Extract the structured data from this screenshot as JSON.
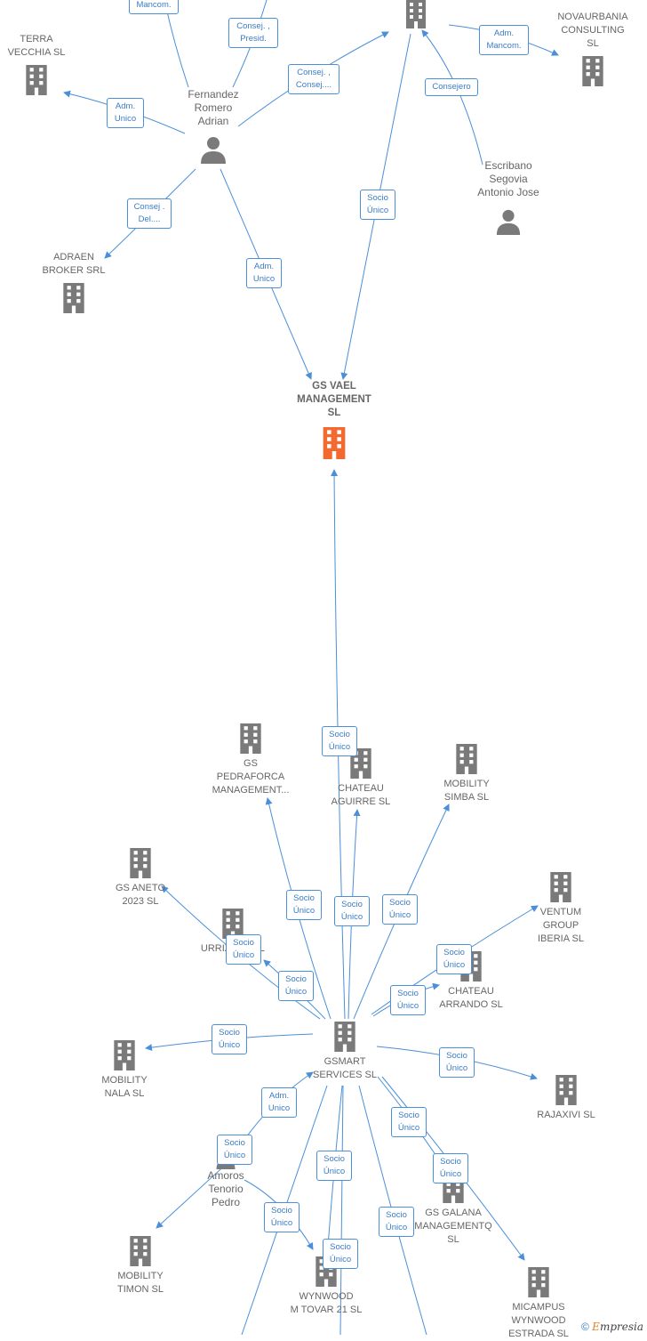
{
  "colors": {
    "edge": "#4a8fd8",
    "building": "#7a7a7a",
    "focus_building": "#f26a30",
    "person": "#7a7a7a"
  },
  "nodes": {
    "top_company": {
      "label": ""
    },
    "novaurbania": {
      "label": "NOVAURBANIA\nCONSULTING\nSL"
    },
    "terra_vecchia": {
      "label": "TERRA\nVECCHIA SL"
    },
    "fernandez": {
      "label": "Fernandez\nRomero\nAdrian"
    },
    "escribano": {
      "label": "Escribano\nSegovia\nAntonio Jose"
    },
    "adraen": {
      "label": "ADRAEN\nBROKER SRL"
    },
    "gs_vael": {
      "label": "GS VAEL\nMANAGEMENT\nSL"
    },
    "gs_pedraforca": {
      "label": "GS\nPEDRAFORCA\nMANAGEMENT..."
    },
    "chateau_aguirre": {
      "label": "CHATEAU\nAGUIRRE SL"
    },
    "mobility_simba": {
      "label": "MOBILITY\nSIMBA SL"
    },
    "gs_aneto": {
      "label": "GS ANETO\n2023 SL"
    },
    "urrizelo": {
      "label": "URRIZELO SL"
    },
    "ventum": {
      "label": "VENTUM\nGROUP\nIBERIA SL"
    },
    "chateau_arrando": {
      "label": "CHATEAU\nARRANDO SL"
    },
    "gsmart": {
      "label": "GSMART\nSERVICES SL"
    },
    "mobility_nala": {
      "label": "MOBILITY\nNALA SL"
    },
    "rajaxivi": {
      "label": "RAJAXIVI SL"
    },
    "amoros": {
      "label": "Amoros\nTenorio\nPedro"
    },
    "gs_galana": {
      "label": "GS GALANA\nMANAGEMENTQ\nSL"
    },
    "mobility_timon": {
      "label": "MOBILITY\nTIMON SL"
    },
    "wynwood_tovar": {
      "label": "WYNWOOD\nM TOVAR 21 SL"
    },
    "micampus": {
      "label": "MICAMPUS\nWYNWOOD\nESTRADA SL"
    }
  },
  "tags": {
    "t_mancom_top": "Mancom.",
    "t_consej_presid": "Consej. ,\nPresid.",
    "t_adm_mancom": "Adm.\nMancom.",
    "t_consej_consej": "Consej. ,\nConsej....",
    "t_adm_unico_terra": "Adm.\nUnico",
    "t_consejero": "Consejero",
    "t_consej_del": "Consej .\nDel....",
    "t_socio_unico_top": "Socio\nÚnico",
    "t_adm_unico_vael": "Adm.\nUnico",
    "t_socio_unico_vael": "Socio\nÚnico",
    "t_su_pedraforca": "Socio\nÚnico",
    "t_su_aguirre": "Socio\nÚnico",
    "t_su_simba": "Socio\nÚnico",
    "t_su_aneto": "Socio\nÚnico",
    "t_su_urrizelo": "Socio\nÚnico",
    "t_su_ventum": "Socio\nÚnico",
    "t_su_arrando": "Socio\nÚnico",
    "t_su_nala": "Socio\nÚnico",
    "t_su_rajaxivi": "Socio\nÚnico",
    "t_adm_unico_amoros": "Adm.\nUnico",
    "t_su_timon": "Socio\nÚnico",
    "t_su_galana": "Socio\nÚnico",
    "t_su_micampus": "Socio\nÚnico",
    "t_su_wynwood_a": "Socio\nÚnico",
    "t_su_wynwood_b": "Socio\nÚnico",
    "t_su_amoros_b": "Socio\nÚnico",
    "t_su_bottom": "Socio\nÚnico"
  },
  "footer": {
    "copyright": "©",
    "brand_first": "E",
    "brand_rest": "mpresia"
  }
}
